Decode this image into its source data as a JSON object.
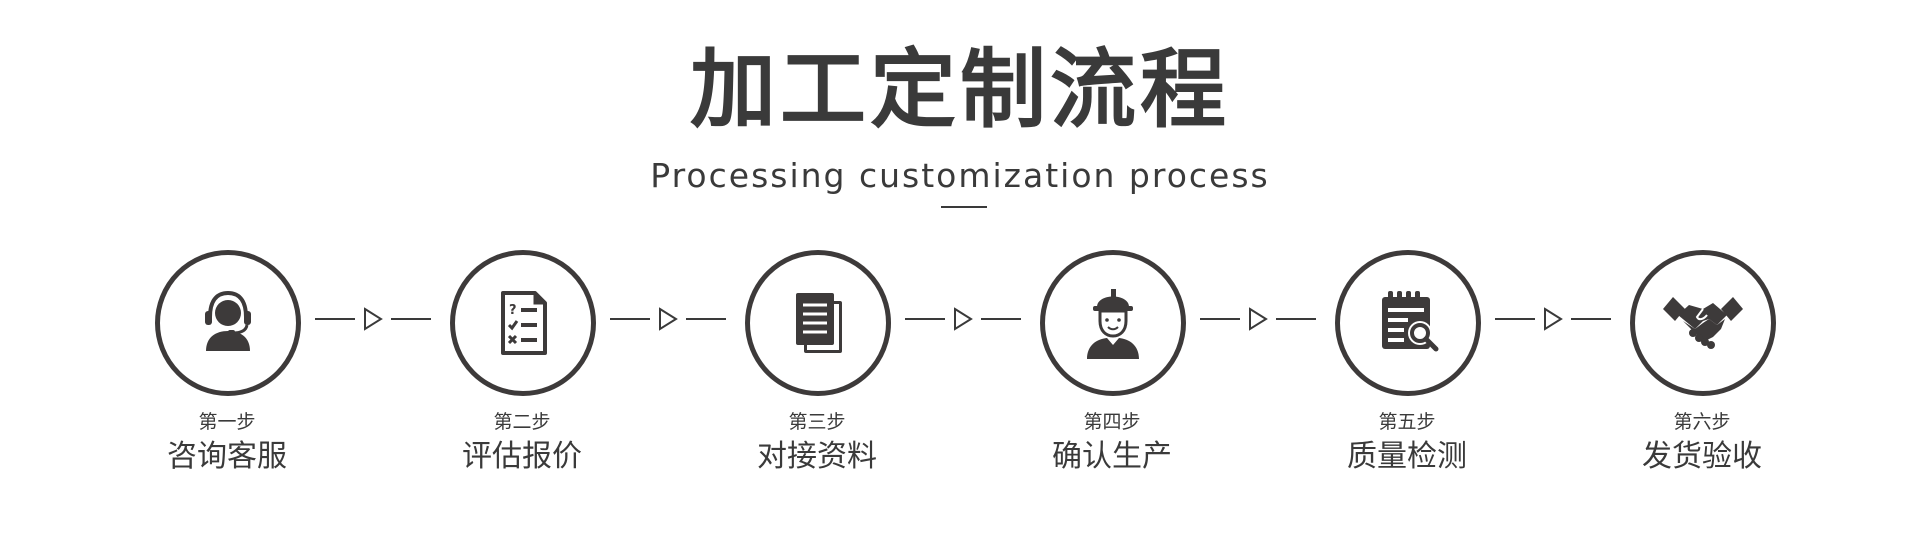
{
  "header": {
    "title": "加工定制流程",
    "subtitle": "Processing customization process"
  },
  "steps": [
    {
      "number": "第一步",
      "name": "咨询客服",
      "icon": "customer-service-headset-icon"
    },
    {
      "number": "第二步",
      "name": "评估报价",
      "icon": "checklist-document-icon"
    },
    {
      "number": "第三步",
      "name": "对接资料",
      "icon": "documents-stack-icon"
    },
    {
      "number": "第四步",
      "name": "确认生产",
      "icon": "worker-helmet-icon"
    },
    {
      "number": "第五步",
      "name": "质量检测",
      "icon": "inspection-magnifier-icon"
    },
    {
      "number": "第六步",
      "name": "发货验收",
      "icon": "handshake-icon"
    }
  ],
  "colors": {
    "primary": "#3a3a3a",
    "background": "#ffffff"
  }
}
